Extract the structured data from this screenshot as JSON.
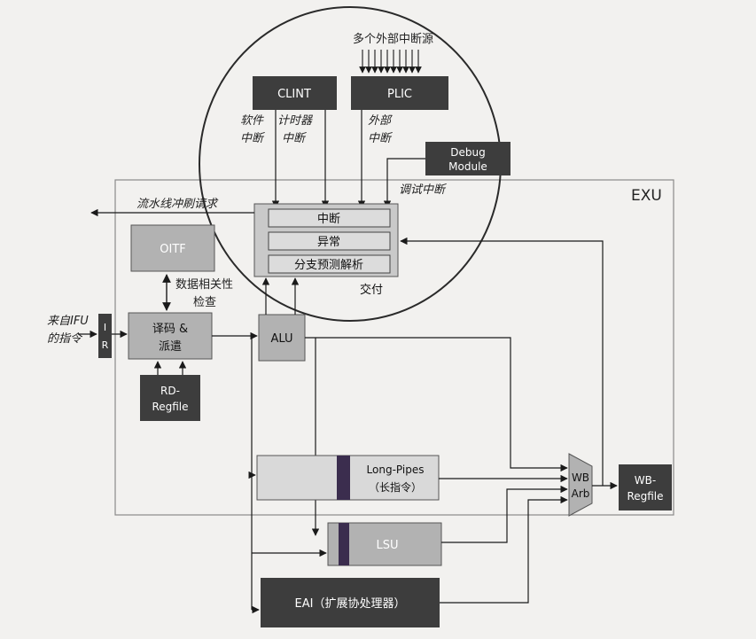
{
  "exu_label": "EXU",
  "ext_int_sources": "多个外部中断源",
  "clint": "CLINT",
  "plic": "PLIC",
  "debug_module": [
    "Debug",
    "Module"
  ],
  "sw_int": [
    "软件",
    "中断"
  ],
  "timer_int": [
    "计时器",
    "中断"
  ],
  "ext_int": [
    "外部",
    "中断"
  ],
  "debug_int": "调试中断",
  "flush_req": "流水线冲刷请求",
  "commit_items": [
    "中断",
    "异常",
    "分支预测解析"
  ],
  "commit_label": "交付",
  "oitf": "OITF",
  "dep_check": [
    "数据相关性",
    "检查"
  ],
  "from_ifu": [
    "来自IFU",
    "的指令"
  ],
  "ir": [
    "I",
    "R"
  ],
  "decode": [
    "译码 &",
    "派遣"
  ],
  "rd_regfile": [
    "RD-",
    "Regfile"
  ],
  "alu": "ALU",
  "long_pipes": [
    "Long-Pipes",
    "（长指令）"
  ],
  "lsu": "LSU",
  "eai": "EAI（扩展协处理器）",
  "wb_arb": [
    "WB",
    "Arb"
  ],
  "wb_regfile": [
    "WB-",
    "Regfile"
  ],
  "colors": {
    "dark_block": "#3d3d3d",
    "gray_block": "#b2b2b2",
    "light_block": "#d9d9d9",
    "accent_bar": "#3b2d4e",
    "line": "#1a1a1a"
  }
}
